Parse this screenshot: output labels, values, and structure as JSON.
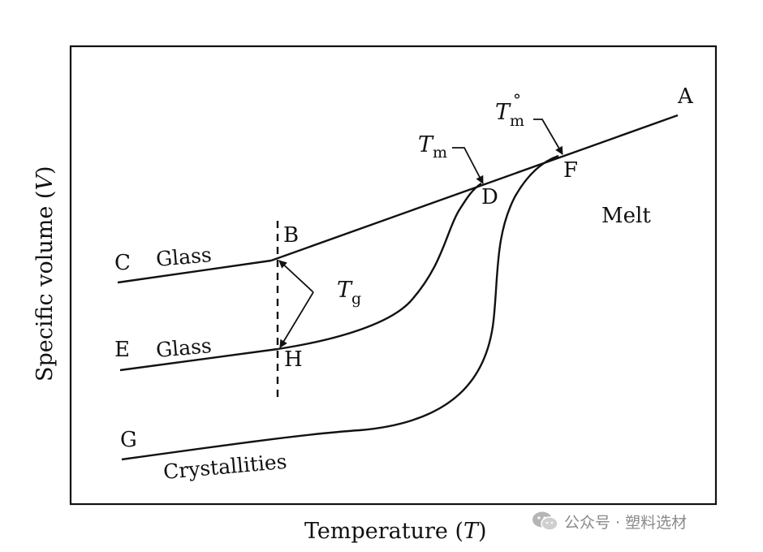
{
  "diagram": {
    "y_axis_label": "Specific volume (V)",
    "y_axis_label_parts": [
      "Specific volume (",
      "V",
      ")"
    ],
    "x_axis_label_parts": [
      "Temperature (",
      "T",
      ")"
    ],
    "points": {
      "A": "A",
      "B": "B",
      "C": "C",
      "D": "D",
      "E": "E",
      "F": "F",
      "G": "G",
      "H": "H"
    },
    "labels": {
      "glass_upper": "Glass",
      "glass_lower": "Glass",
      "crystallities": "Crystallities",
      "melt": "Melt"
    },
    "temperatures": {
      "tm_symbol": "T",
      "tm_sub": "m",
      "tm0_symbol": "T",
      "tm0_sub": "m",
      "tm0_sup": "°",
      "tg_symbol": "T",
      "tg_sub": "g"
    },
    "colors": {
      "line": "#111111",
      "frame": "#111111"
    }
  },
  "watermark": {
    "text": "公众号 · 塑料选材",
    "icon": "wechat-icon"
  }
}
